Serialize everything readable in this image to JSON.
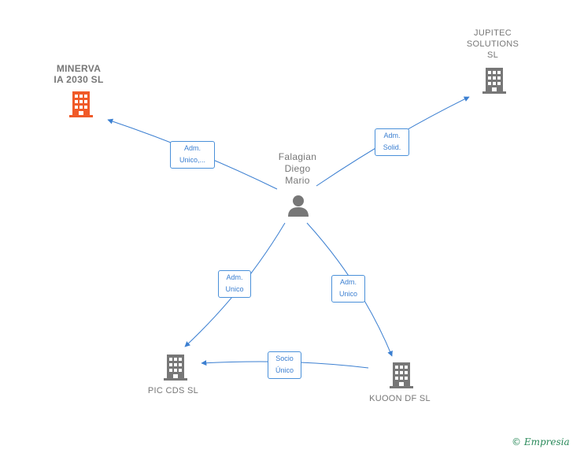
{
  "nodes": {
    "minerva": {
      "line1": "MINERVA",
      "line2": "IA 2030  SL",
      "color": "#f05a28"
    },
    "jupitec": {
      "line1": "JUPITEC",
      "line2": "SOLUTIONS",
      "line3": "SL",
      "color": "#777777"
    },
    "person": {
      "line1": "Falagian",
      "line2": "Diego",
      "line3": "Mario",
      "color": "#777777"
    },
    "pic": {
      "line1": "PIC CDS  SL",
      "color": "#777777"
    },
    "kuoon": {
      "line1": "KUOON DF  SL",
      "color": "#777777"
    }
  },
  "edges": {
    "to_minerva": {
      "line1": "Adm.",
      "line2": "Unico,..."
    },
    "to_jupitec": {
      "line1": "Adm.",
      "line2": "Solid."
    },
    "to_pic": {
      "line1": "Adm.",
      "line2": "Unico"
    },
    "to_kuoon": {
      "line1": "Adm.",
      "line2": "Unico"
    },
    "kuoon_to_pic": {
      "line1": "Socio",
      "line2": "Único"
    }
  },
  "edge_color": "#3b7fd1",
  "footer": {
    "copyright": "©",
    "brand": "Empresia"
  }
}
